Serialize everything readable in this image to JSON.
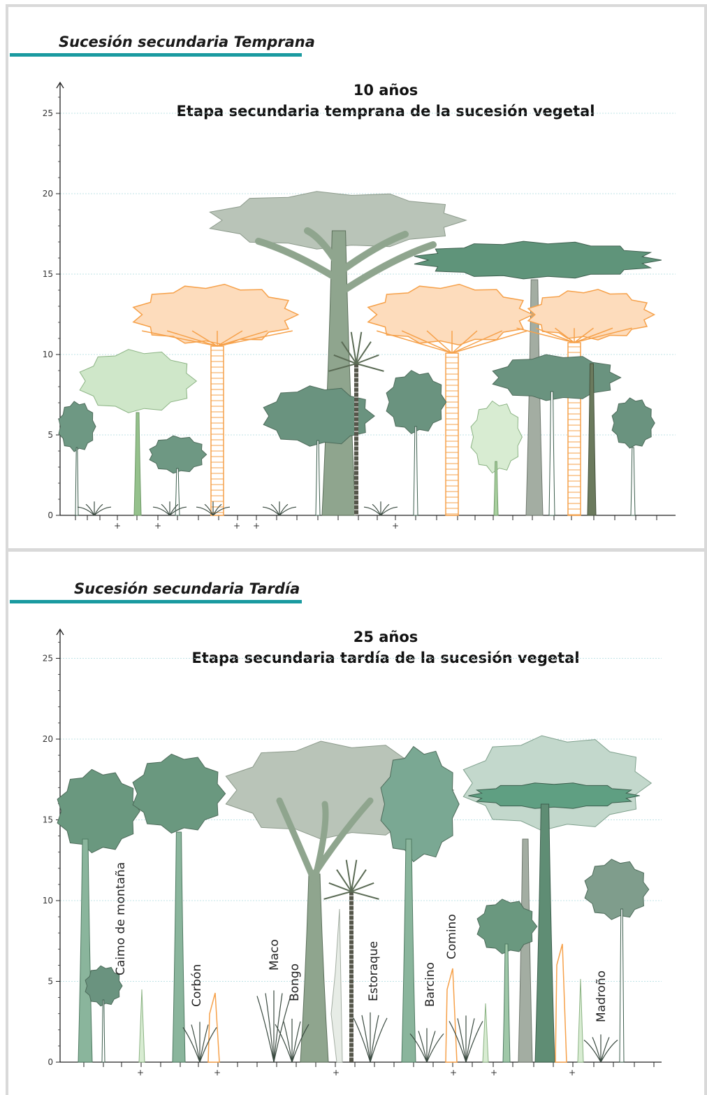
{
  "panels": [
    {
      "section_title": "Sucesión secundaria Temprana",
      "title_line1": "10 años",
      "title_line2": "Etapa secundaria temprana de la sucesión vegetal",
      "y_ticks": [
        "0",
        "5",
        "10",
        "15",
        "20",
        "25"
      ],
      "plus_marks": [
        "+",
        "+",
        "+",
        "+",
        "+"
      ],
      "species_labels": []
    },
    {
      "section_title": "Sucesión secundaria Tardía",
      "title_line1": "25 años",
      "title_line2": "Etapa secundaria tardía de la sucesión vegetal",
      "y_ticks": [
        "0",
        "5",
        "10",
        "15",
        "20",
        "25"
      ],
      "plus_marks": [
        "+",
        "+",
        "+",
        "+",
        "+",
        "+"
      ],
      "species_labels": [
        "Caimo de montaña",
        "Corbón",
        "Maco",
        "Bongo",
        "Estoraque",
        "Barcino",
        "Comino",
        "Madroño"
      ]
    }
  ],
  "colors": {
    "accent_rule": "#1a9aa0",
    "frame": "#d9d9d9",
    "gridline": "#bfe3e6",
    "pioneer_orange": "#f6a14a",
    "pioneer_fill": "#fddcbc",
    "canopy_grey": "#b9c4b8",
    "dark_green": "#5e8f75",
    "mid_green": "#7fa690",
    "light_green": "#cfe7c9"
  }
}
